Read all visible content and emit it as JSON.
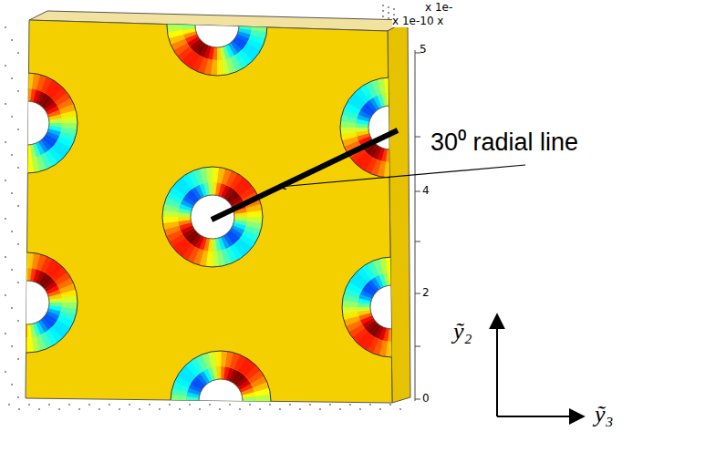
{
  "diagram": {
    "labels": [
      "x 1e-",
      "x 1e-10 x",
      "5",
      "4",
      "2",
      "0",
      "30⁰ radial line",
      "ỹ₂",
      "ỹ₃"
    ]
  }
}
